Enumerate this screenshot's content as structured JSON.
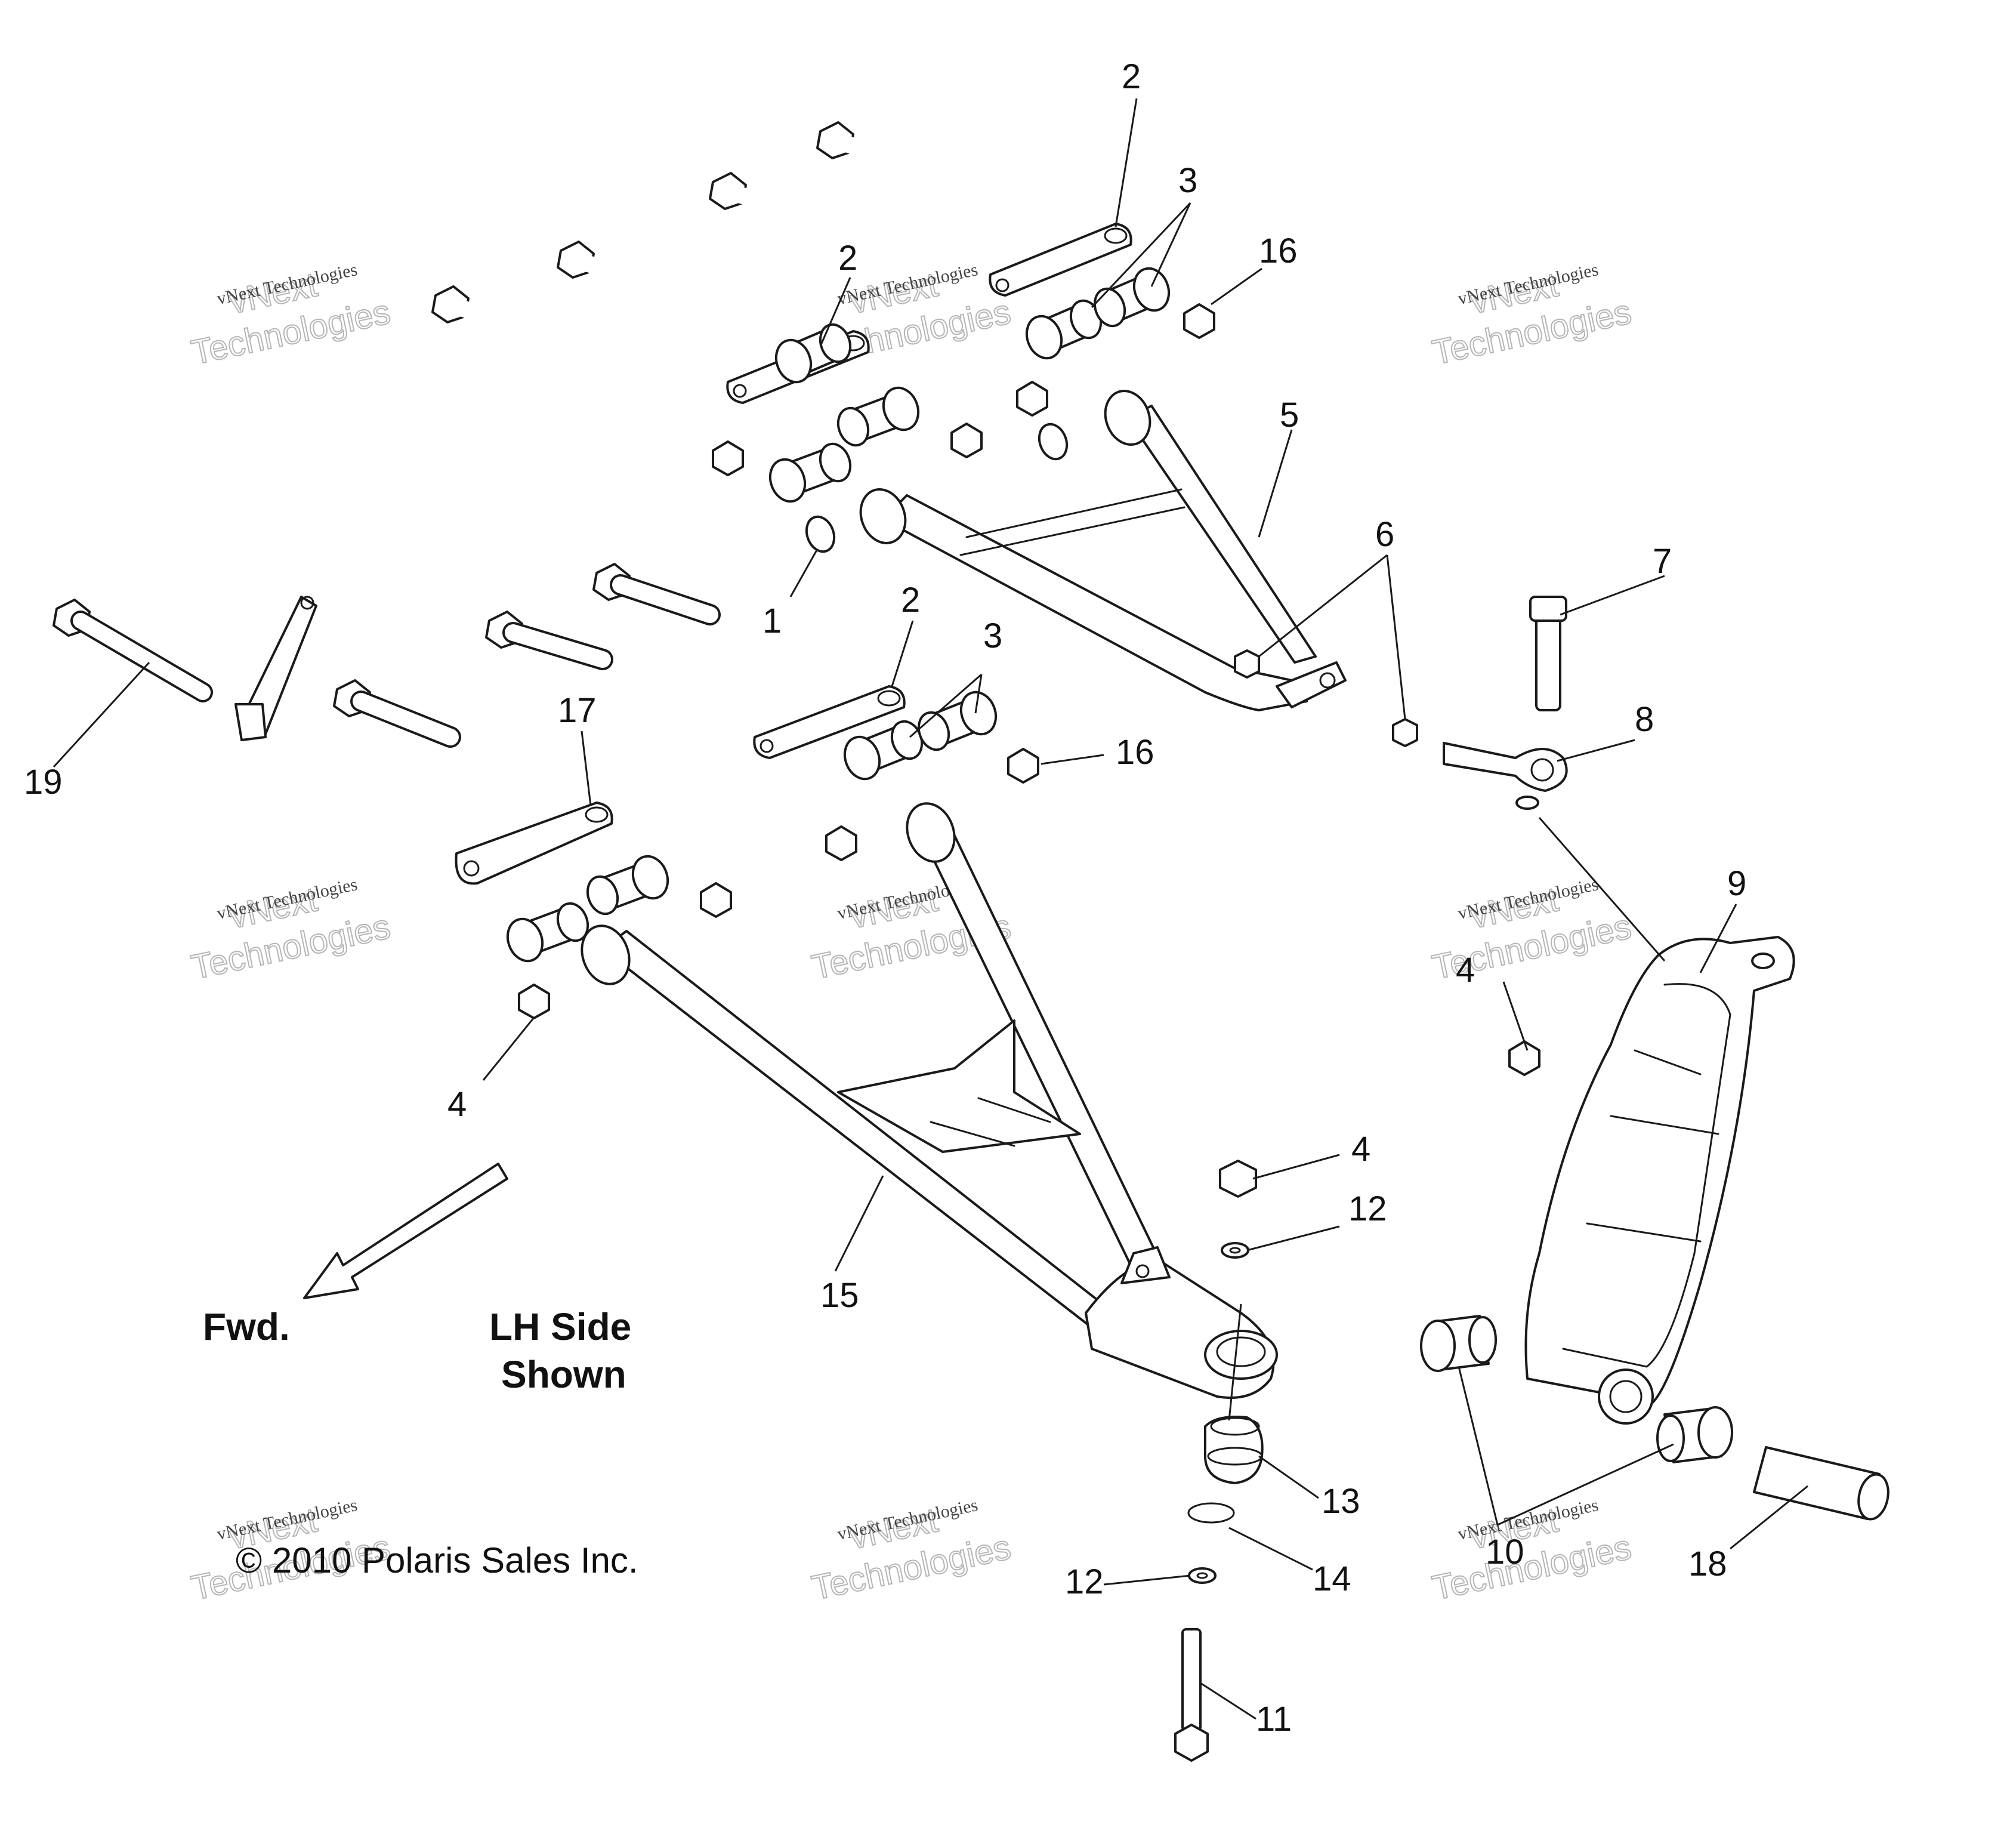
{
  "callouts": [
    "1",
    "2",
    "3",
    "4",
    "5",
    "6",
    "7",
    "8",
    "9",
    "10",
    "11",
    "12",
    "13",
    "14",
    "15",
    "16",
    "17",
    "18",
    "19"
  ],
  "captions": {
    "forward": "Fwd.",
    "side_line1": "LH Side",
    "side_line2": "Shown"
  },
  "copyright": "© 2010 Polaris Sales Inc.",
  "watermark": {
    "small": "vNext Technologies",
    "big_line1": "vNext",
    "big_line2": "Technologies"
  }
}
